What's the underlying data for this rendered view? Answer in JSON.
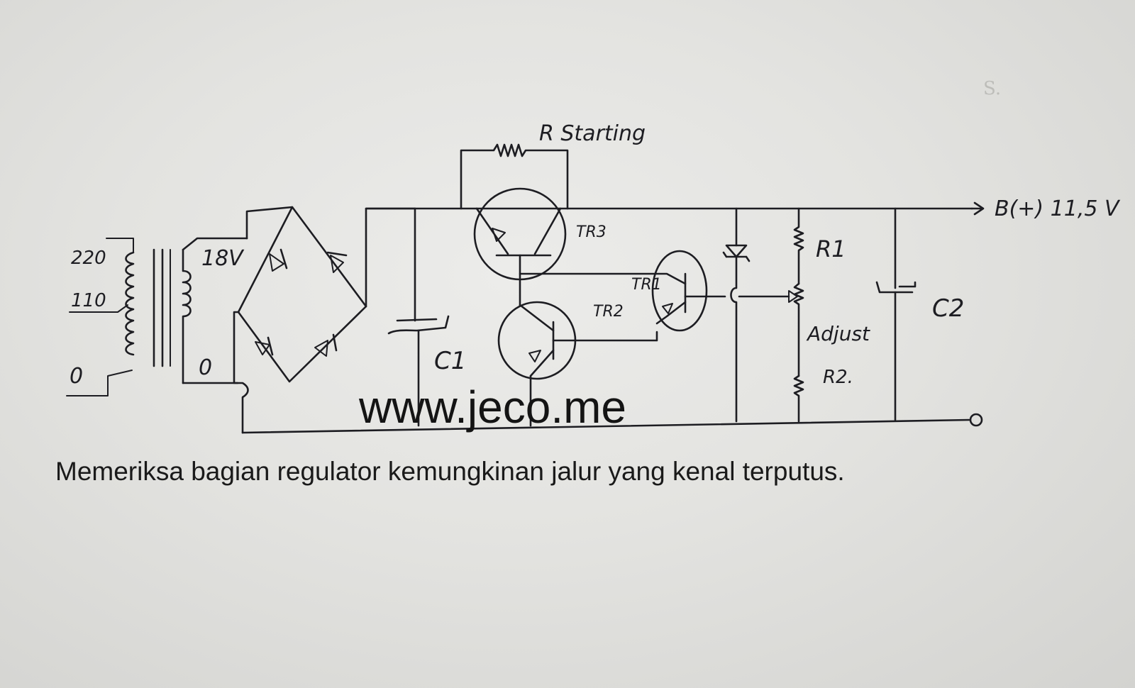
{
  "diagram": {
    "labels": {
      "r_starting": "R Starting",
      "tr3": "TR3",
      "tr1": "TR1",
      "tr2": "TR2",
      "r1": "R1",
      "adjust": "Adjust",
      "r2": "R2.",
      "c1": "C1",
      "c2": "C2",
      "output": "B(+) 11,5 V",
      "v18": "18V",
      "tap_0": "0",
      "tap_220": "220",
      "tap_110": "110",
      "tap_0_primary": "0",
      "page_mark": "S."
    },
    "watermark": "www.jeco.me",
    "caption": "Memeriksa bagian regulator kemungkinan jalur yang kenal terputus."
  }
}
